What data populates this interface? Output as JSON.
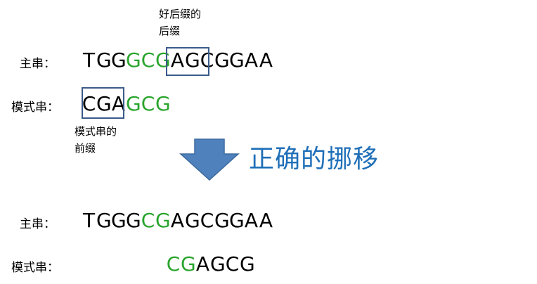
{
  "annotations": {
    "good_suffix": [
      "好后缀的",
      "后缀"
    ],
    "pattern_prefix": [
      "模式串的",
      "前缀"
    ]
  },
  "title": "正确的挪移",
  "colors": {
    "match": "#2aa52e",
    "normal": "#000000",
    "box": "#3b5a8a",
    "title": "#1f6fb8",
    "arrow": "#4f81bd"
  },
  "before": {
    "main_label": "主串：",
    "main": [
      {
        "c": "T",
        "hl": false
      },
      {
        "c": "G",
        "hl": false
      },
      {
        "c": "G",
        "hl": false
      },
      {
        "c": "G",
        "hl": true
      },
      {
        "c": "C",
        "hl": true
      },
      {
        "c": "G",
        "hl": true
      },
      {
        "c": "A",
        "hl": false
      },
      {
        "c": "G",
        "hl": false
      },
      {
        "c": "C",
        "hl": false
      },
      {
        "c": "G",
        "hl": false
      },
      {
        "c": "G",
        "hl": false
      },
      {
        "c": "A",
        "hl": false
      },
      {
        "c": "A",
        "hl": false
      }
    ],
    "pattern_label": "模式串：",
    "pattern": [
      {
        "c": "C",
        "hl": false
      },
      {
        "c": "G",
        "hl": false
      },
      {
        "c": "A",
        "hl": false
      },
      {
        "c": "G",
        "hl": true
      },
      {
        "c": "C",
        "hl": true
      },
      {
        "c": "G",
        "hl": true
      }
    ]
  },
  "after": {
    "main_label": "主串：",
    "main": [
      {
        "c": "T",
        "hl": false
      },
      {
        "c": "G",
        "hl": false
      },
      {
        "c": "G",
        "hl": false
      },
      {
        "c": "G",
        "hl": false
      },
      {
        "c": "C",
        "hl": true
      },
      {
        "c": "G",
        "hl": true
      },
      {
        "c": "A",
        "hl": false
      },
      {
        "c": "G",
        "hl": false
      },
      {
        "c": "C",
        "hl": false
      },
      {
        "c": "G",
        "hl": false
      },
      {
        "c": "G",
        "hl": false
      },
      {
        "c": "A",
        "hl": false
      },
      {
        "c": "A",
        "hl": false
      }
    ],
    "pattern_label": "模式串：",
    "pattern": [
      {
        "c": "C",
        "hl": true
      },
      {
        "c": "G",
        "hl": true
      },
      {
        "c": "A",
        "hl": false
      },
      {
        "c": "G",
        "hl": false
      },
      {
        "c": "C",
        "hl": false
      },
      {
        "c": "G",
        "hl": false
      }
    ]
  }
}
